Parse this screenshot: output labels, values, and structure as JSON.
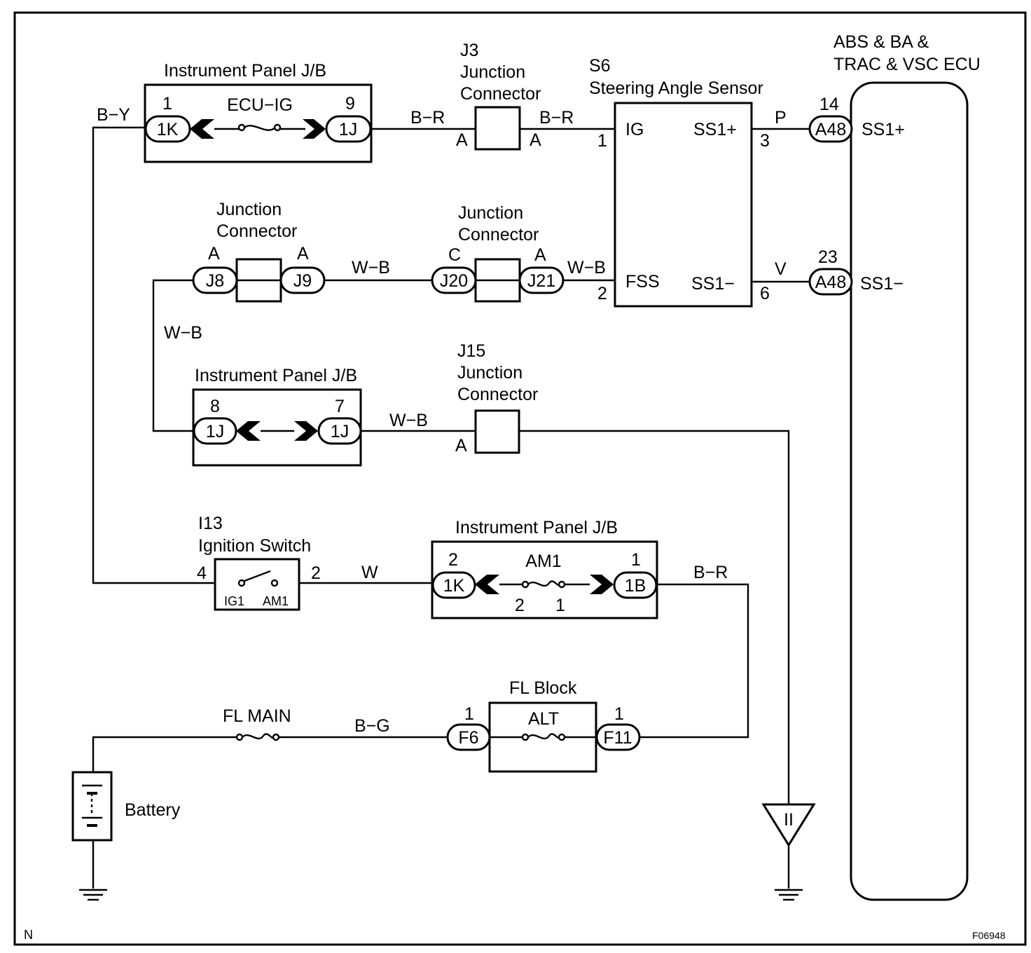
{
  "ecu": {
    "title_line1": "ABS & BA &",
    "title_line2": "TRAC & VSC ECU",
    "ss1p": "SS1+",
    "ss1m": "SS1−"
  },
  "jb1": {
    "title": "Instrument Panel J/B",
    "left_pin": "1",
    "left_conn": "1K",
    "fuse": "ECU−IG",
    "right_pin": "9",
    "right_conn": "1J"
  },
  "j3": {
    "line1": "J3",
    "line2": "Junction",
    "line3": "Connector",
    "left_pin": "A",
    "right_pin": "A"
  },
  "s6": {
    "line1": "S6",
    "line2": "Steering Angle Sensor",
    "ig": "IG",
    "fss": "FSS",
    "ss1p": "SS1+",
    "ss1m": "SS1−",
    "pin_ig": "1",
    "pin_fss": "2",
    "pin_ss1p": "3",
    "pin_ss1m": "6"
  },
  "a48_top": {
    "pin": "14",
    "conn": "A48"
  },
  "a48_bot": {
    "pin": "23",
    "conn": "A48"
  },
  "jc1": {
    "line1": "Junction",
    "line2": "Connector",
    "left_pin": "A",
    "left_conn": "J8",
    "right_pin": "A",
    "right_conn": "J9"
  },
  "jc2": {
    "line1": "Junction",
    "line2": "Connector",
    "left_pin": "C",
    "left_conn": "J20",
    "right_pin": "A",
    "right_conn": "J21"
  },
  "jb2": {
    "title": "Instrument Panel J/B",
    "left_pin": "8",
    "left_conn": "1J",
    "right_pin": "7",
    "right_conn": "1J"
  },
  "j15": {
    "line1": "J15",
    "line2": "Junction",
    "line3": "Connector",
    "pin": "A"
  },
  "ign": {
    "line1": "I13",
    "line2": "Ignition Switch",
    "pin_left": "4",
    "pin_right": "2",
    "ig1": "IG1",
    "am1": "AM1"
  },
  "jb3": {
    "title": "Instrument Panel J/B",
    "left_pin": "2",
    "left_conn": "1K",
    "fuse": "AM1",
    "fuse_pin_left": "2",
    "fuse_pin_right": "1",
    "right_pin": "1",
    "right_conn": "1B"
  },
  "fl": {
    "title": "FL Block",
    "fuse": "ALT",
    "left_pin": "1",
    "left_conn": "F6",
    "right_pin": "1",
    "right_conn": "F11"
  },
  "fl_main": "FL MAIN",
  "battery": "Battery",
  "ground_mark": "II",
  "wires": {
    "by": "B−Y",
    "br1": "B−R",
    "br2": "B−R",
    "p": "P",
    "v": "V",
    "wb1": "W−B",
    "wb2": "W−B",
    "wb3": "W−B",
    "wb4": "W−B",
    "w": "W",
    "br3": "B−R",
    "bg": "B−G"
  },
  "corner_left": "N",
  "corner_right": "F06948"
}
